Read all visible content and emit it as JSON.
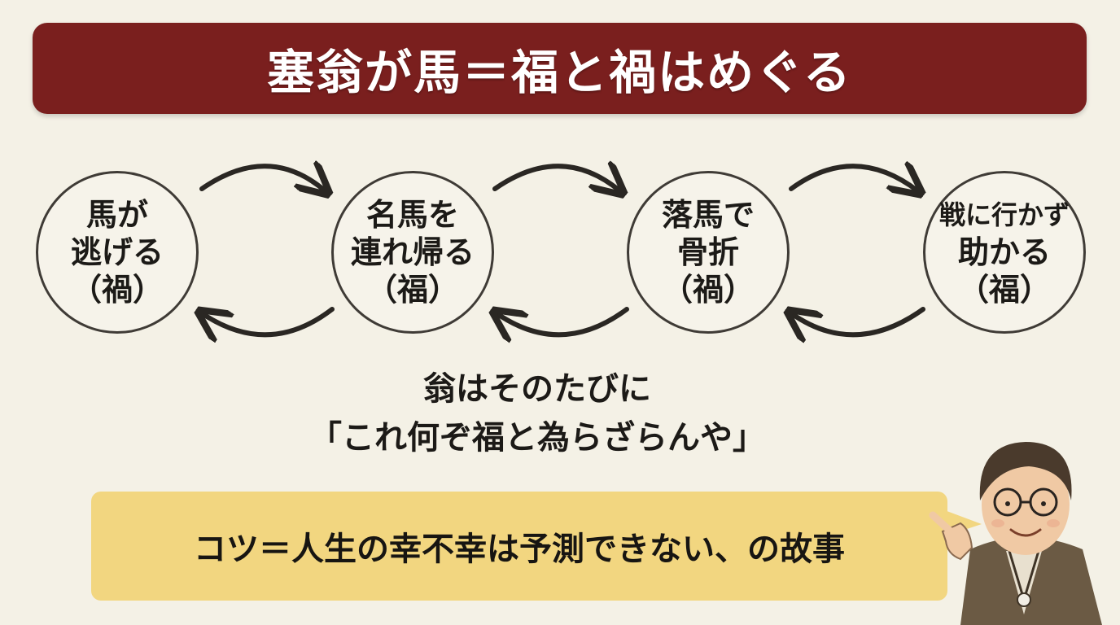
{
  "title": "塞翁が馬＝福と禍はめぐる",
  "flow": {
    "nodes": [
      {
        "lines": [
          "馬が",
          "逃げる",
          "（禍）"
        ]
      },
      {
        "lines": [
          "名馬を",
          "連れ帰る",
          "（福）"
        ]
      },
      {
        "lines": [
          "落馬で",
          "骨折",
          "（禍）"
        ]
      },
      {
        "lines": [
          "戦に行かず",
          "助かる",
          "（福）"
        ]
      }
    ]
  },
  "quote": {
    "line1": "翁はそのたびに",
    "line2": "「これ何ぞ福と為らざらんや」"
  },
  "callout": {
    "text": "コツ＝人生の幸不幸は予測できない、の故事"
  },
  "colors": {
    "background": "#f4f1e6",
    "banner": "#7a1f1e",
    "callout": "#f2d680",
    "ink": "#1c1a17"
  }
}
